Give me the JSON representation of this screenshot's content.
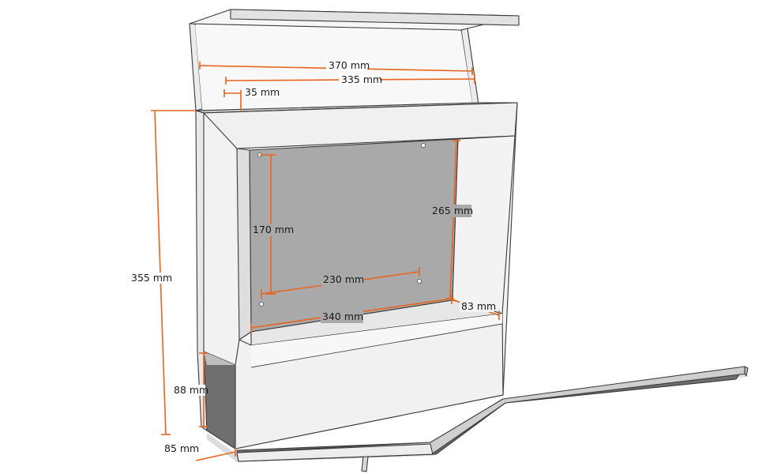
{
  "colors": {
    "dimension_line": "#e8641e",
    "panel_light": "#f4f4f4",
    "panel_mid": "#e6e6e6",
    "back_wall": "#a9a9a9",
    "shadow": "#6f6f6f",
    "edge": "#3a3a3a"
  },
  "dimensions": {
    "lid_width": "370 mm",
    "inner_width": "335 mm",
    "lid_depth": "35 mm",
    "total_height": "355 mm",
    "hole_vertical": "170 mm",
    "back_height": "265 mm",
    "hole_horizontal": "230 mm",
    "back_width": "340 mm",
    "inner_depth": "83 mm",
    "bottom_height": "88 mm",
    "bottom_depth": "85 mm"
  }
}
